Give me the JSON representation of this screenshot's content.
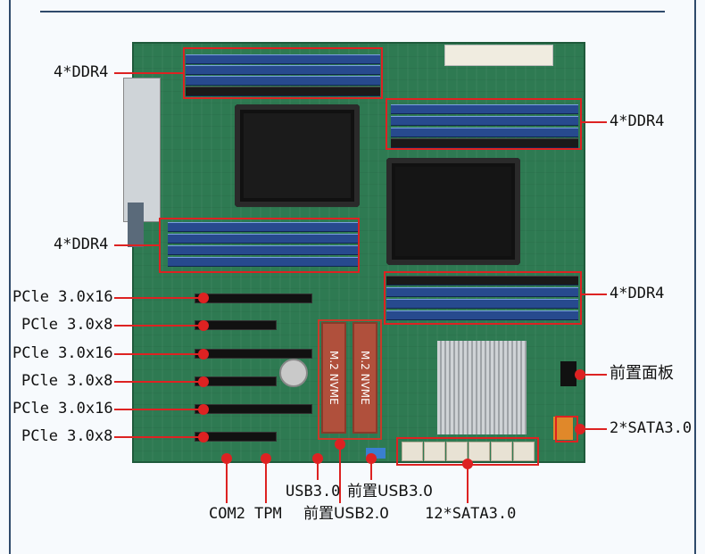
{
  "labels": {
    "ddr_top_left": "4*DDR4",
    "ddr_top_right": "4*DDR4",
    "ddr_mid_left": "4*DDR4",
    "ddr_mid_right": "4*DDR4",
    "pcie_1": "PCle 3.0x16",
    "pcie_2": "PCle 3.0x8",
    "pcie_3": "PCle 3.0x16",
    "pcie_4": "PCle 3.0x8",
    "pcie_5": "PCle 3.0x16",
    "pcie_6": "PCle 3.0x8",
    "front_panel": "前置面板",
    "sata_2": "2*SATA3.0",
    "usb30": "USB3.0",
    "front_usb30": "前置USB3.0",
    "com2": "COM2",
    "tpm": "TPM",
    "front_usb20": "前置USB2.0",
    "sata_12": "12*SATA3.0"
  },
  "board": {
    "nvme_1": "M.2 NVME",
    "nvme_2": "M.2 NVME"
  },
  "colors": {
    "highlight": "#dd2222",
    "pcb": "#2e7a52",
    "dimm": "#274a8e"
  }
}
